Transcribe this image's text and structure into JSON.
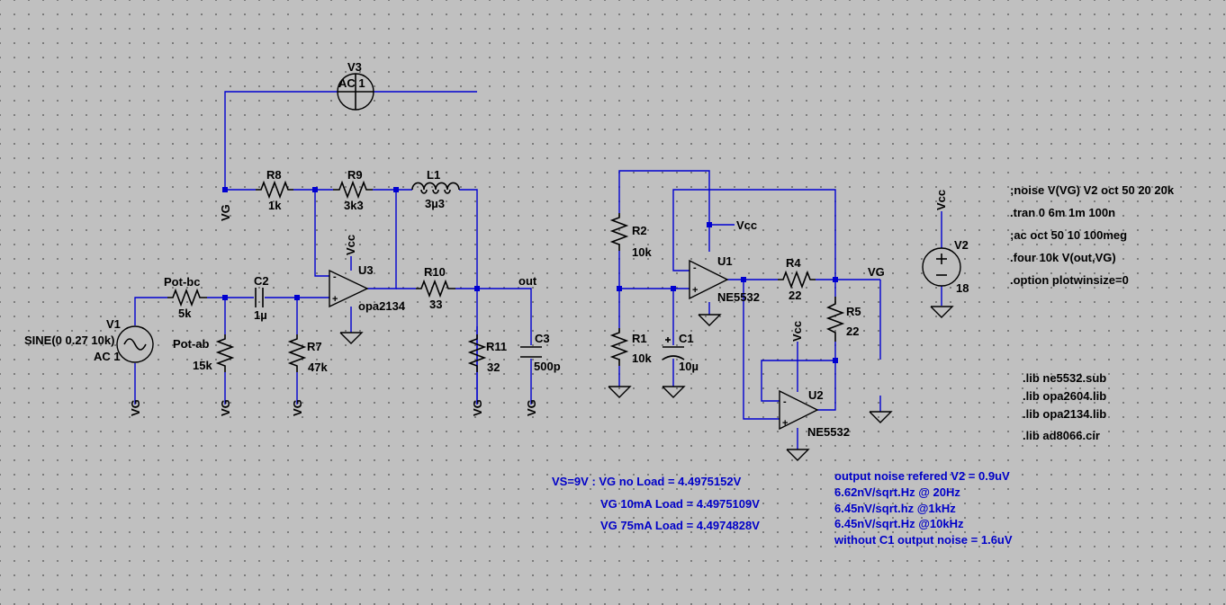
{
  "components": {
    "V3": {
      "ref": "V3",
      "value": "AC 1"
    },
    "V1": {
      "ref": "V1",
      "value": "SINE(0 0.27 10k)",
      "ac": "AC 1"
    },
    "V2": {
      "ref": "V2",
      "value": "18"
    },
    "R8": {
      "ref": "R8",
      "value": "1k"
    },
    "R9": {
      "ref": "R9",
      "value": "3k3"
    },
    "L1": {
      "ref": "L1",
      "value": "3µ3"
    },
    "R10": {
      "ref": "R10",
      "value": "33"
    },
    "R11": {
      "ref": "R11",
      "value": "32"
    },
    "C3": {
      "ref": "C3",
      "value": "500p"
    },
    "U3": {
      "ref": "U3",
      "value": "opa2134"
    },
    "C2": {
      "ref": "C2",
      "value": "1µ"
    },
    "R7": {
      "ref": "R7",
      "value": "47k"
    },
    "Pot_bc": {
      "ref": "Pot-bc",
      "value": "5k"
    },
    "Pot_ab": {
      "ref": "Pot-ab",
      "value": "15k"
    },
    "R2": {
      "ref": "R2",
      "value": "10k"
    },
    "R1": {
      "ref": "R1",
      "value": "10k"
    },
    "C1": {
      "ref": "C1",
      "value": "10µ"
    },
    "U1": {
      "ref": "U1",
      "value": "NE5532"
    },
    "U2": {
      "ref": "U2",
      "value": "NE5532"
    },
    "R4": {
      "ref": "R4",
      "value": "22"
    },
    "R5": {
      "ref": "R5",
      "value": "22"
    }
  },
  "labels": {
    "vg": "VG",
    "vcc": "Vcc",
    "out": "out",
    "minus": "-",
    "plus": "+",
    "src_minus": "−"
  },
  "directives": [
    ";noise V(VG) V2 oct 50 20 20k",
    ".tran 0 6m 1m 100n",
    ";ac oct 50 10 100meg",
    ".four 10k V(out,VG)",
    ".option plotwinsize=0"
  ],
  "libraries": [
    ".lib ne5532.sub",
    ".lib opa2604.lib",
    ".lib opa2134.lib",
    ".lib ad8066.cir"
  ],
  "notes_vg": [
    "VS=9V : VG no Load = 4.4975152V",
    "VG 10mA Load = 4.4975109V",
    "VG 75mA Load = 4.4974828V"
  ],
  "notes_noise": [
    "output noise refered V2 = 0.9uV",
    "6.62nV/sqrt.Hz @ 20Hz",
    "6.45nV/sqrt.hz @1kHz",
    "6.45nV/sqrt.Hz @10kHz",
    "without C1 output noise = 1.6uV"
  ],
  "colors": {
    "background": "#c0c0c0",
    "wire": "#0000d0",
    "component": "#000000",
    "note_text": "#0000c8"
  }
}
